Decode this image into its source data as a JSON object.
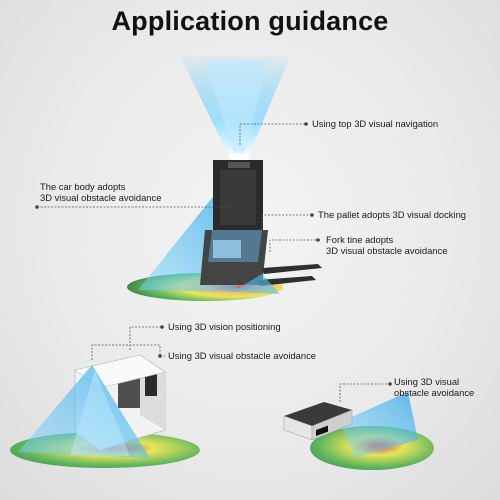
{
  "title": "Application guidance",
  "callouts": {
    "top_navigation": "Using top 3D visual navigation",
    "car_body_line1": "The car body adopts",
    "car_body_line2": "3D visual obstacle avoidance",
    "pallet_docking": "The pallet adopts 3D visual docking",
    "fork_tine_line1": "Fork tine adopts",
    "fork_tine_line2": "3D visual obstacle avoidance",
    "vision_positioning": "Using 3D vision positioning",
    "obstacle_avoidance": "Using 3D visual obstacle avoidance",
    "robot_line1": "Using 3D visual",
    "robot_line2": "obstacle avoidance"
  },
  "colors": {
    "beam_blue": "#4fc3f7",
    "beam_light": "#d7f3ff",
    "floor_green": "#4caf50",
    "floor_yellow": "#e8e44a",
    "floor_red": "#e53935",
    "line": "#555555"
  }
}
